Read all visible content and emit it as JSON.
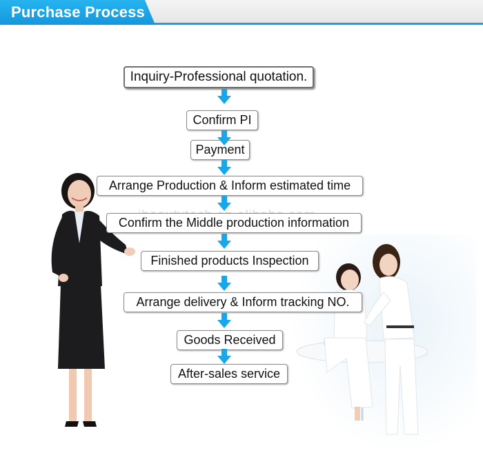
{
  "header": {
    "title": "Purchase Process"
  },
  "watermark": "ibeautytech.en.alibaba.com",
  "steps": [
    "Inquiry-Professional quotation.",
    "Confirm PI",
    "Payment",
    "Arrange Production & Inform estimated time",
    "Confirm the Middle production information",
    "Finished products Inspection",
    "Arrange delivery & Inform tracking NO.",
    "Goods Received",
    "After-sales service"
  ],
  "colors": {
    "accent": "#18a0e6",
    "arrow": "#1aa7ea",
    "box_border": "#8a8a8a",
    "suit": "#1c1c1e"
  },
  "icons": [
    "arrow-down-icon"
  ]
}
